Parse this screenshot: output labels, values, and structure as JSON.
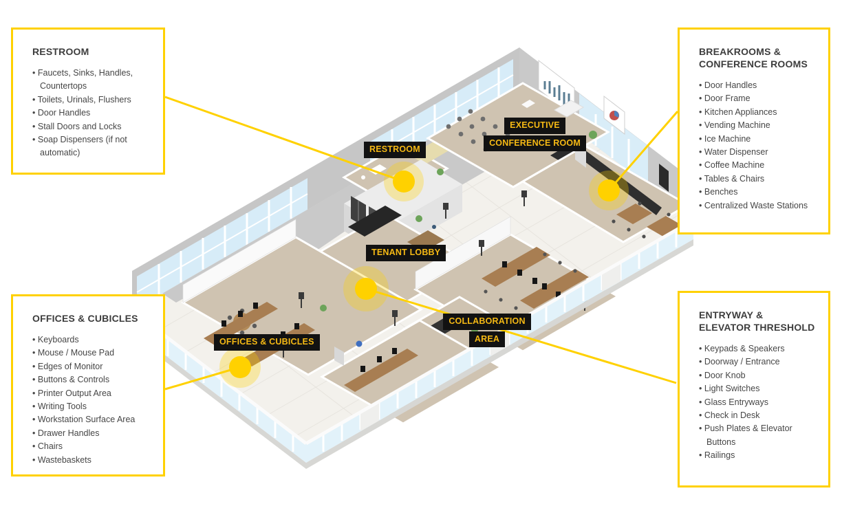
{
  "theme": {
    "accent_yellow": "#FFD100",
    "label_text_yellow": "#F5B914",
    "label_bg": "#121212",
    "heading_text": "#3d3d3d",
    "body_text": "#464646"
  },
  "callouts": {
    "restroom": {
      "title": "RESTROOM",
      "items": [
        "Faucets, Sinks, Handles, Countertops",
        "Toilets, Urinals, Flushers",
        "Door Handles",
        "Stall Doors and Locks",
        "Soap Dispensers (if not automatic)"
      ]
    },
    "breakrooms": {
      "title": "BREAKROOMS & CONFERENCE ROOMS",
      "items": [
        "Door Handles",
        "Door Frame",
        "Kitchen Appliances",
        "Vending Machine",
        "Ice Machine",
        "Water Dispenser",
        "Coffee Machine",
        "Tables & Chairs",
        "Benches",
        "Centralized Waste Stations"
      ]
    },
    "offices": {
      "title": "OFFICES & CUBICLES",
      "items": [
        "Keyboards",
        "Mouse / Mouse Pad",
        "Edges of Monitor",
        "Buttons & Controls",
        "Printer Output Area",
        "Writing Tools",
        "Workstation Surface Area",
        "Drawer Handles",
        "Chairs",
        "Wastebaskets"
      ]
    },
    "entryway": {
      "title": "ENTRYWAY & ELEVATOR THRESHOLD",
      "items": [
        "Keypads & Speakers",
        "Doorway / Entrance",
        "Door Knob",
        "Light Switches",
        "Glass Entryways",
        "Check in Desk",
        "Push Plates & Elevator Buttons",
        "Railings"
      ]
    }
  },
  "map_labels": {
    "restroom": "RESTROOM",
    "executive_line1": "EXECUTIVE",
    "executive_line2": "CONFERENCE ROOM",
    "tenant_lobby": "TENANT LOBBY",
    "collaboration_line1": "COLLABORATION",
    "collaboration_line2": "AREA",
    "offices": "OFFICES & CUBICLES"
  }
}
